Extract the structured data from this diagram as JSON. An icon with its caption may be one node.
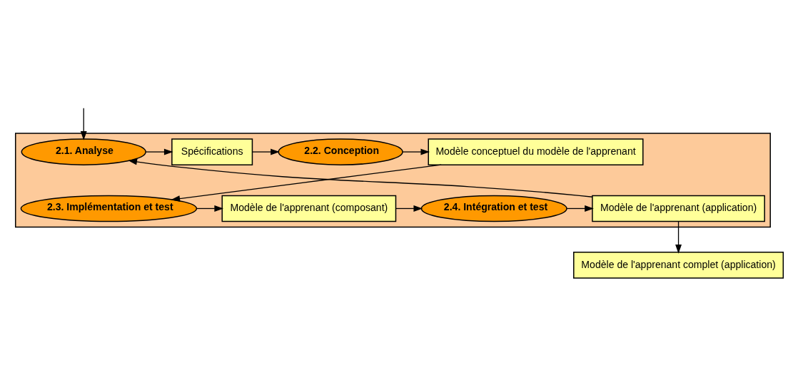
{
  "diagram": {
    "nodes": [
      {
        "text": [],
        "shape": "box"
      },
      {
        "text": [
          "2.1. Analyse"
        ],
        "in": 0
      },
      {
        "text": [
          "Spécifications"
        ],
        "in": 0
      },
      {
        "text": [
          "2.2. Conception"
        ],
        "in": 0
      },
      {
        "text": [
          "Modèle conceptuel du modèle de l'apprenant"
        ],
        "in": 0
      },
      {
        "text": [
          "2.3. Implémentation et test"
        ],
        "in": 0
      },
      {
        "text": [
          "Modèle de l'apprenant (composant)"
        ],
        "in": 0
      },
      {
        "text": [
          "2.4. Intégration et test"
        ],
        "in": 0
      },
      {
        "text": [
          "Modèle de l'apprenant (application)"
        ],
        "in": 0
      },
      {
        "text": [
          "Modèle de l'apprenant complet (application)"
        ]
      }
    ],
    "edges": [
      {
        "from": null,
        "to": 1,
        "arrow": "to"
      },
      {
        "from": 1,
        "to": 2,
        "arrow": "to"
      },
      {
        "from": 2,
        "to": 3,
        "arrow": "to"
      },
      {
        "from": 3,
        "to": 4,
        "arrow": "to"
      },
      {
        "from": 4,
        "to": 5,
        "arrow": "to"
      },
      {
        "from": 5,
        "to": 6,
        "arrow": "to"
      },
      {
        "from": 6,
        "to": 7,
        "arrow": "to"
      },
      {
        "from": 7,
        "to": 8,
        "arrow": "to"
      },
      {
        "from": 8,
        "to": 1,
        "arrow": "to"
      },
      {
        "from": 8,
        "to": 9,
        "arrow": "to"
      }
    ]
  }
}
